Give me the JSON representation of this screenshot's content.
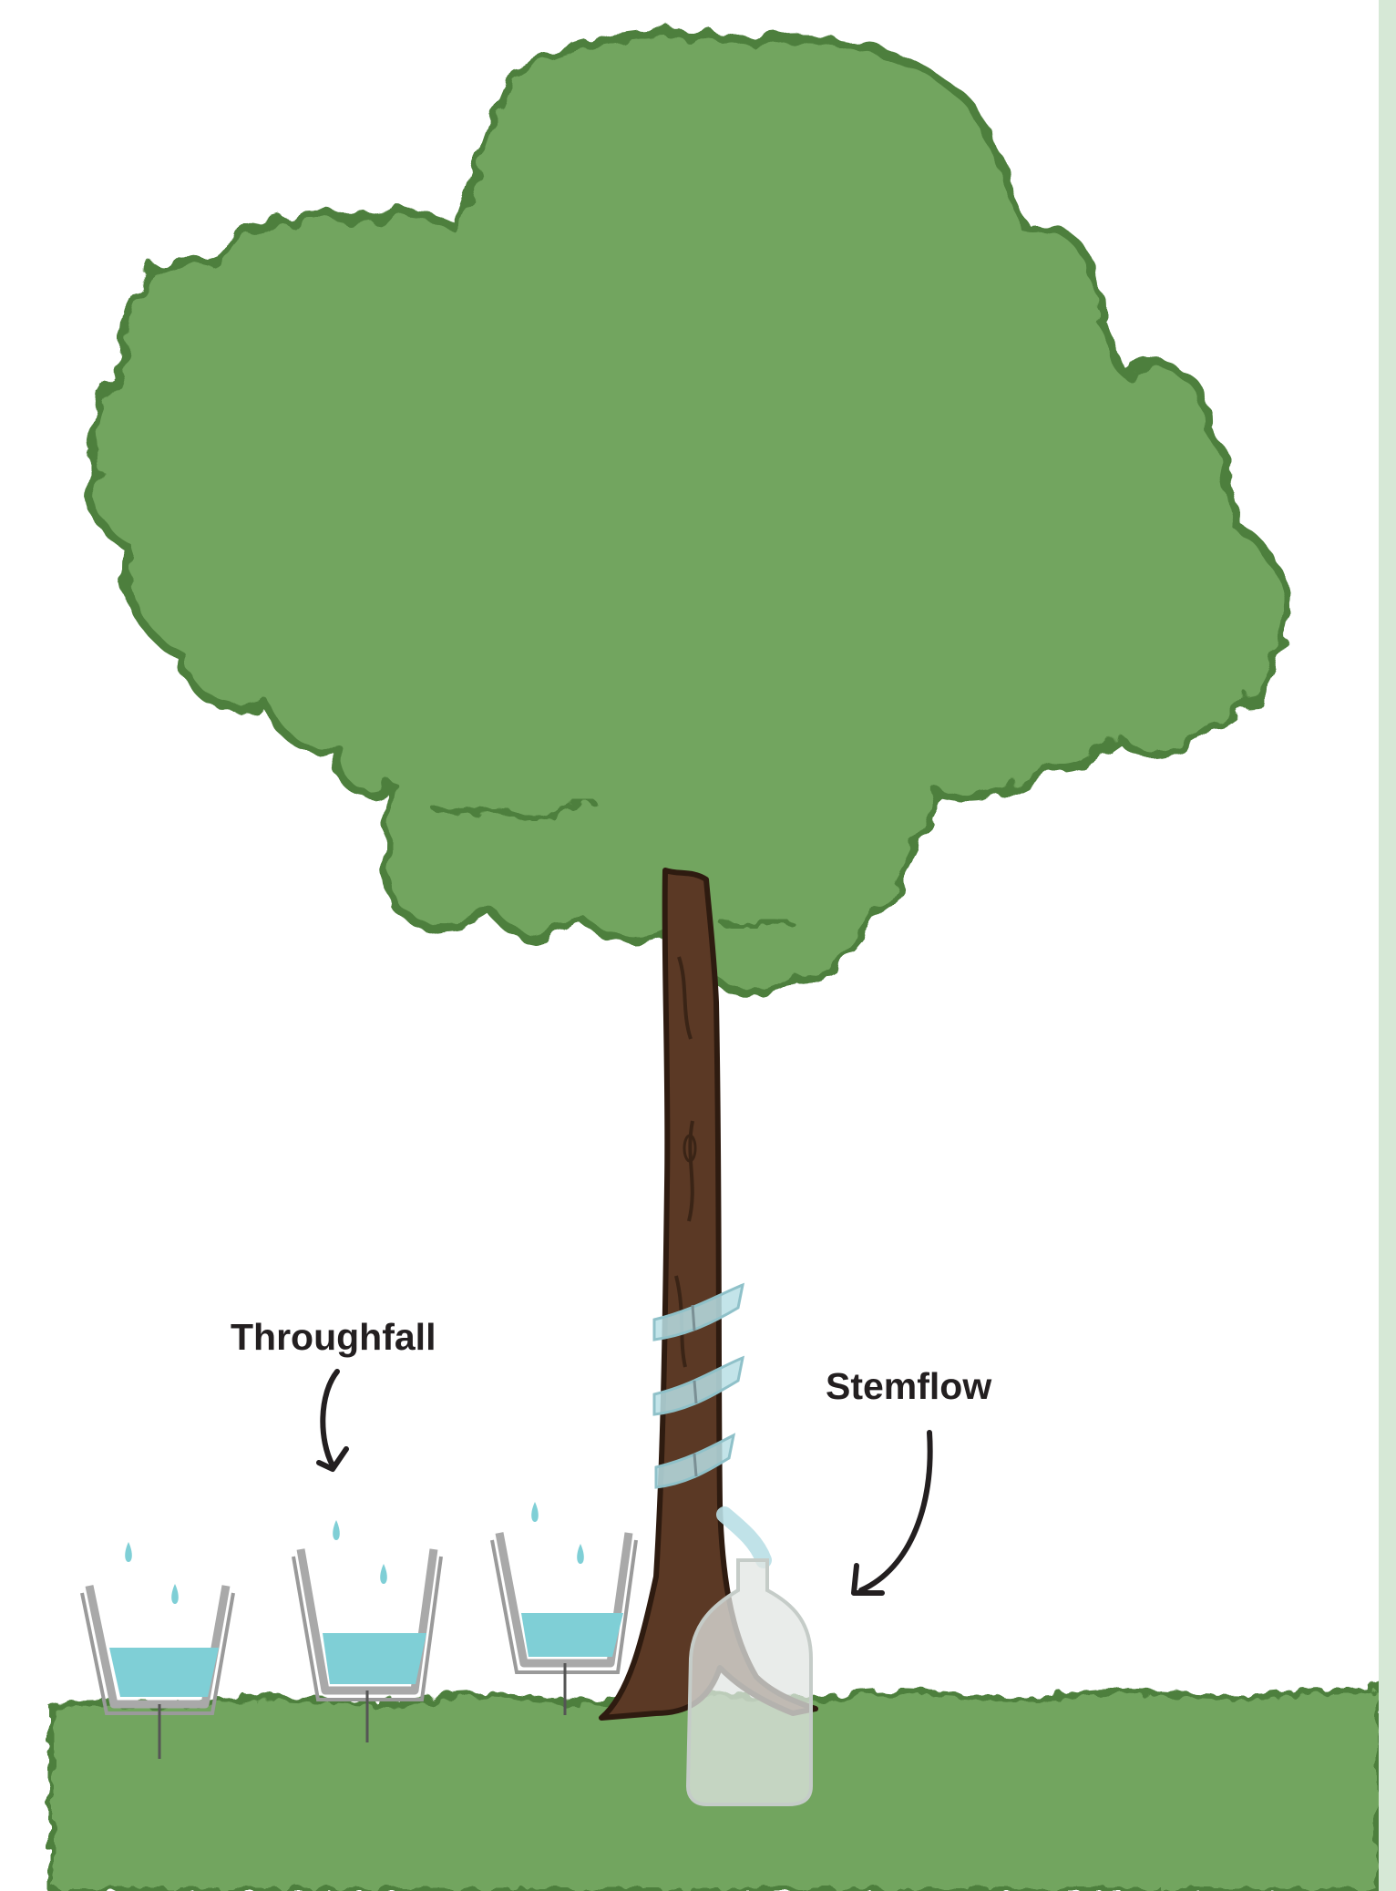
{
  "labels": {
    "throughfall": "Throughfall",
    "stemflow": "Stemflow"
  },
  "colors": {
    "foliage": "#72a55f",
    "foliage_outline": "#4d7f3c",
    "grass": "#72a55f",
    "trunk": "#5b3925",
    "trunk_outline": "#2e1b10",
    "water": "#7fcfd6",
    "collector_frame": "#a9a9a9",
    "bottle": "#e1e6e3",
    "collar": "#b9dfe5",
    "text": "#231f20",
    "right_border": "#d6e8d6"
  },
  "components": {
    "collector_count": 3,
    "collar_count": 3
  }
}
